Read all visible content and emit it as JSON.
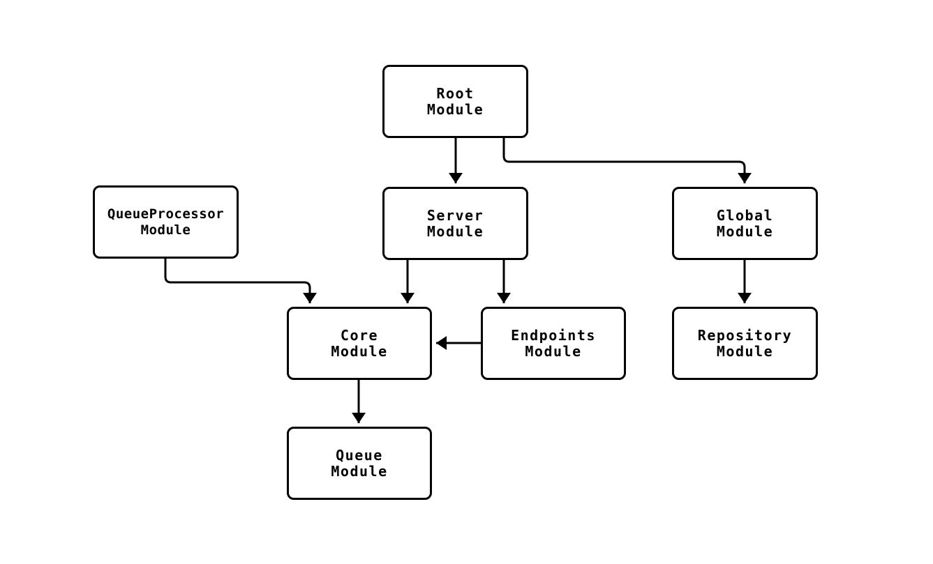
{
  "diagram": {
    "title": "",
    "background_color": "#ffffff",
    "stroke_color": "#000000",
    "text_color": "#000000",
    "nodes": [
      {
        "id": "root",
        "lines": [
          "Root",
          "Module"
        ],
        "label": "Root Module"
      },
      {
        "id": "server",
        "lines": [
          "Server",
          "Module"
        ],
        "label": "Server Module"
      },
      {
        "id": "global",
        "lines": [
          "Global",
          "Module"
        ],
        "label": "Global Module"
      },
      {
        "id": "queue-processor",
        "lines": [
          "QueueProcessor",
          "Module"
        ],
        "label": "QueueProcessor Module"
      },
      {
        "id": "core",
        "lines": [
          "Core",
          "Module"
        ],
        "label": "Core Module"
      },
      {
        "id": "endpoints",
        "lines": [
          "Endpoints",
          "Module"
        ],
        "label": "Endpoints Module"
      },
      {
        "id": "repository",
        "lines": [
          "Repository",
          "Module"
        ],
        "label": "Repository Module"
      },
      {
        "id": "queue",
        "lines": [
          "Queue",
          "Module"
        ],
        "label": "Queue Module"
      }
    ],
    "edges": [
      {
        "from": "root",
        "to": "server"
      },
      {
        "from": "root",
        "to": "global"
      },
      {
        "from": "queue-processor",
        "to": "core"
      },
      {
        "from": "server",
        "to": "core"
      },
      {
        "from": "server",
        "to": "endpoints"
      },
      {
        "from": "endpoints",
        "to": "core"
      },
      {
        "from": "global",
        "to": "repository"
      },
      {
        "from": "core",
        "to": "queue"
      }
    ]
  }
}
